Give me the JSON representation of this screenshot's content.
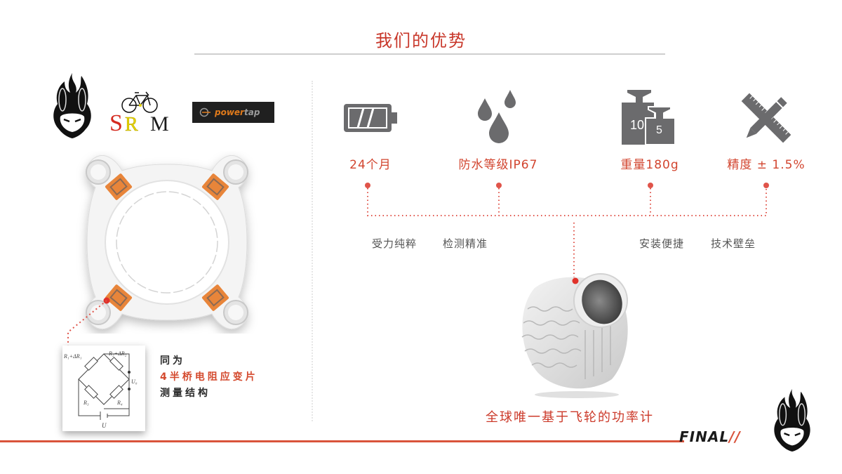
{
  "header": {
    "title": "我们的优势"
  },
  "logos": {
    "mascot": "flame-bunny-logo",
    "srm": {
      "letters": [
        "S",
        "R",
        "M"
      ],
      "colors": [
        "#d42a1f",
        "#e6d200",
        "#1a1a1a"
      ]
    },
    "powertap": {
      "power": "power",
      "tap": "tap"
    }
  },
  "features": [
    {
      "icon": "battery-icon",
      "label": "24个月"
    },
    {
      "icon": "water-drops-icon",
      "label": "防水等级IP67"
    },
    {
      "icon": "weights-icon",
      "label": "重量180g",
      "weights": [
        "10",
        "5"
      ]
    },
    {
      "icon": "ruler-pencil-icon",
      "label": "精度 ± 1.5%"
    }
  ],
  "sub_labels": [
    "受力纯粹",
    "检测精准",
    "安装便捷",
    "技术壁垒"
  ],
  "circuit": {
    "lines": [
      "同为",
      "4半桥电阻应变片",
      "测量结构"
    ],
    "labels": {
      "r1": "R₁+ΔR₁",
      "r2": "R₂+ΔR₂",
      "r3": "R₃",
      "r4": "R₄",
      "uo": "U₀",
      "u": "U"
    }
  },
  "tagline": "全球唯一基于飞轮的功率计",
  "brand": {
    "name": "FINAL",
    "slashes": "//"
  },
  "colors": {
    "accent": "#d2452f",
    "icon_gray": "#6b6b6d",
    "rule": "#d9533b"
  }
}
